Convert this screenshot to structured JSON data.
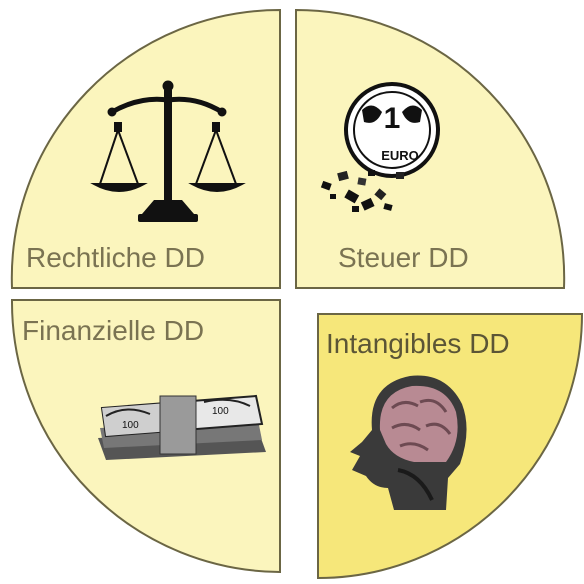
{
  "quadrants": [
    {
      "id": "legal",
      "label": "Rechtliche DD",
      "icon": "scales-of-justice-icon",
      "highlighted": false
    },
    {
      "id": "tax",
      "label": "Steuer DD",
      "icon": "crumbling-euro-coin-icon",
      "highlighted": false
    },
    {
      "id": "financial",
      "label": "Finanzielle DD",
      "icon": "banknote-bundle-icon",
      "highlighted": false
    },
    {
      "id": "intangibles",
      "label": "Intangibles DD",
      "icon": "brain-head-scan-icon",
      "highlighted": true
    }
  ],
  "colors": {
    "quadrant_fill": "#fbf5bd",
    "highlight_fill": "#f6e77a",
    "outline": "#6b6644",
    "label_text": "#7a7352"
  },
  "coin_marks": {
    "top": "1",
    "bottom": "EURO"
  },
  "banknote_marks": {
    "left": "100",
    "right": "100"
  }
}
